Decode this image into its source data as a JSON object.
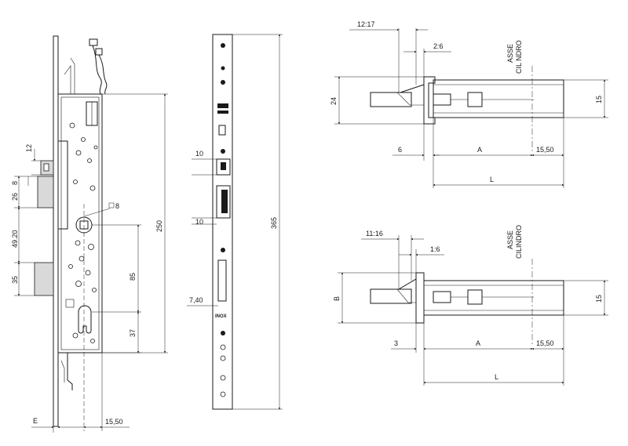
{
  "front_view": {
    "dims": {
      "d12": "12",
      "d8": "8",
      "d26": "26",
      "d49_20": "49.20",
      "d35": "35",
      "square8": "8",
      "d250": "250",
      "d85": "85",
      "d37": "37",
      "e": "E",
      "d15_50": "15,50"
    }
  },
  "faceplate_view": {
    "dims": {
      "d10a": "10",
      "d10b": "10",
      "d7_40": "7,40",
      "d365": "365"
    },
    "marking": "INOX"
  },
  "top_detail": {
    "dims": {
      "d12_17": "12:17",
      "d2_6": "2:6",
      "d24": "24",
      "d15": "15",
      "d6": "6",
      "a": "A",
      "d15_50": "15,50",
      "l": "L"
    },
    "axis_label_1": "ASSE",
    "axis_label_2": "CIL NDRO"
  },
  "bottom_detail": {
    "dims": {
      "d11_16": "11:16",
      "d1_6": "1:6",
      "b": "B",
      "d15": "15",
      "d3": "3",
      "a": "A",
      "d15_50": "15,50",
      "l": "L"
    },
    "axis_label_1": "ASSE",
    "axis_label_2": "CILINDRO"
  }
}
